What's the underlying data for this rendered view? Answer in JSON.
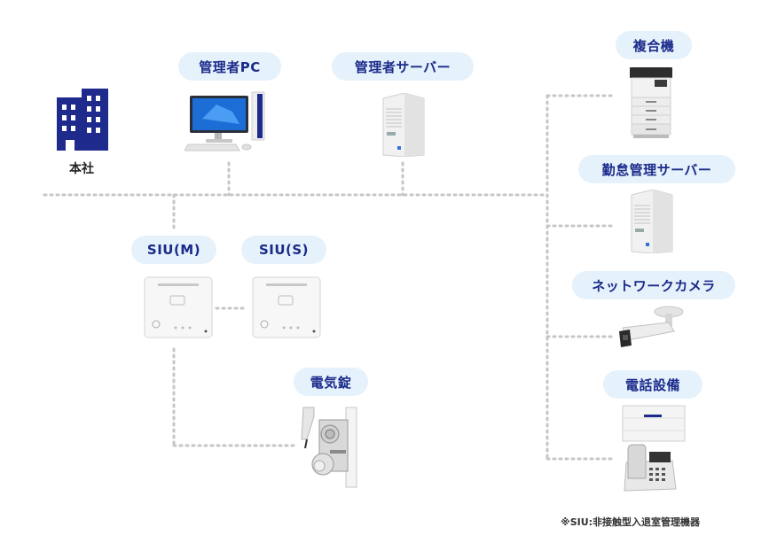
{
  "headquarters": {
    "label": "本社",
    "icon": "building-icon"
  },
  "labels": {
    "admin_pc": "管理者PC",
    "admin_server": "管理者サーバー",
    "mfp": "複合機",
    "attendance_server": "勤怠管理サーバー",
    "network_camera": "ネットワークカメラ",
    "phone_system": "電話設備",
    "siu_m": "SIU(M)",
    "siu_s": "SIU(S)",
    "electric_lock": "電気錠"
  },
  "footnote": "※SIU:非接触型入退室管理機器",
  "colors": {
    "accent": "#1a2a8a",
    "pill_bg": "#e6f2fb",
    "line": "#c8c8c8",
    "building": "#1e2a8c"
  }
}
